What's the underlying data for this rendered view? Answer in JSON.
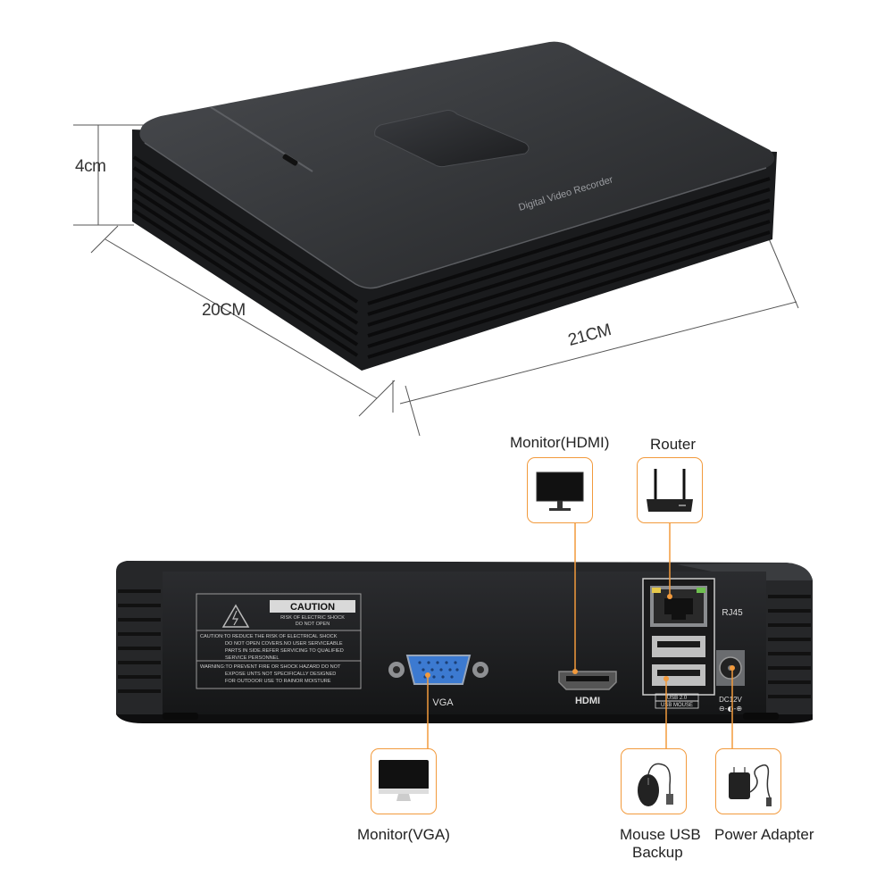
{
  "dimensions": {
    "height": "4cm",
    "depth": "20CM",
    "width": "21CM"
  },
  "device": {
    "top_label": "Digital Video Recorder",
    "caution": {
      "title": "CAUTION",
      "risk_line1": "RISK OF ELECTRIC SHOCK",
      "risk_line2": "DO NOT OPEN",
      "text1": [
        "CAUTION:TO REDUCE THE RISK OF ELECTRICAL SHOCK",
        "DO NOT OPEN COVERS.NO USER SERVICEABLE",
        "PARTS IN SIDE.REFER SERVICING TO QUALIFIED",
        "SERVICE PERSONNEL"
      ],
      "text2": [
        "WARNING:TO PREVENT FIRE OR SHOCK HAZARD DO NOT",
        "EXPOSE UNTS NOT SPECIFICALLY DESIGNED",
        "FOR OUTDOOR USE TO RAINOR MOISTURE"
      ]
    },
    "ports": {
      "vga": "VGA",
      "hdmi": "HDMI",
      "rj45": "RJ45",
      "usb_line1": "USB 2.0",
      "usb_line2": "USB MOUSE",
      "dc": "DC12V"
    }
  },
  "connections": {
    "monitor_hdmi": "Monitor(HDMI)",
    "router": "Router",
    "monitor_vga": "Monitor(VGA)",
    "mouse_line1": "Mouse USB",
    "mouse_line2": "Backup",
    "power_adapter": "Power Adapter"
  },
  "colors": {
    "accent": "#f29a3c",
    "device_body": "#1f2022"
  }
}
